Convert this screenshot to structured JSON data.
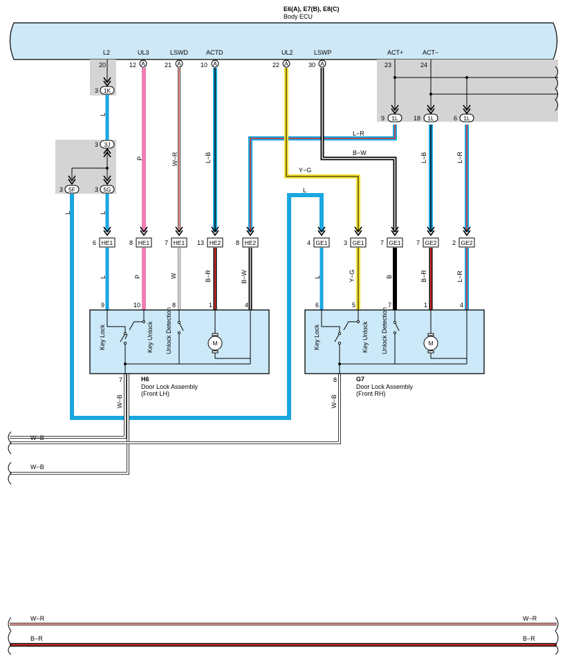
{
  "header": {
    "connectors": "E6(A), E7(B), E8(C)",
    "name": "Body ECU"
  },
  "ecu_terminals": [
    {
      "name": "L2",
      "pin": "20"
    },
    {
      "name": "UL3",
      "pin": "12",
      "tag": "A"
    },
    {
      "name": "LSWD",
      "pin": "21",
      "tag": "A"
    },
    {
      "name": "ACTD",
      "pin": "10",
      "tag": "A"
    },
    {
      "name": "UL2",
      "pin": "22",
      "tag": "A"
    },
    {
      "name": "LSWP",
      "pin": "30",
      "tag": "A"
    },
    {
      "name": "ACT+",
      "pin": "23"
    },
    {
      "name": "ACT−",
      "pin": "24"
    }
  ],
  "junctions": [
    {
      "pin": "3",
      "conn": "1K"
    },
    {
      "pin": "3",
      "conn": "3J"
    },
    {
      "pin": "3",
      "conn": "5F"
    },
    {
      "pin": "3",
      "conn": "5G"
    },
    {
      "pin": "9",
      "conn": "1L"
    },
    {
      "pin": "18",
      "conn": "1L"
    },
    {
      "pin": "6",
      "conn": "1L"
    }
  ],
  "wire_codes": {
    "l": "L",
    "p": "P",
    "wr": "W−R",
    "lb": "L−B",
    "lr": "L−R",
    "bw": "B−W",
    "yg": "Y−G",
    "w": "W",
    "br": "B−R",
    "b": "B",
    "wb": "W−B"
  },
  "door_connectors": [
    {
      "pin": "6",
      "conn": "HE1"
    },
    {
      "pin": "8",
      "conn": "HE1"
    },
    {
      "pin": "7",
      "conn": "HE1"
    },
    {
      "pin": "13",
      "conn": "HE2"
    },
    {
      "pin": "8",
      "conn": "HE2"
    },
    {
      "pin": "4",
      "conn": "GE1"
    },
    {
      "pin": "3",
      "conn": "GE1"
    },
    {
      "pin": "7",
      "conn": "GE1"
    },
    {
      "pin": "7",
      "conn": "GE2"
    },
    {
      "pin": "2",
      "conn": "GE2"
    }
  ],
  "assemblies": [
    {
      "code": "H6",
      "name": "Door Lock Assembly",
      "side": "(Front LH)",
      "pins": [
        "9",
        "10",
        "8",
        "1",
        "4"
      ],
      "ground_pin": "7",
      "switches": [
        "Key Lock",
        "Key Unlock",
        "Unlock Detection"
      ],
      "motor": "M"
    },
    {
      "code": "G7",
      "name": "Door Lock Assembly",
      "side": "(Front RH)",
      "pins": [
        "6",
        "5",
        "7",
        "1",
        "4"
      ],
      "ground_pin": "8",
      "switches": [
        "Key Lock",
        "Key Unlock",
        "Unlock Detection"
      ],
      "motor": "M"
    }
  ],
  "bottom_wires": [
    "W−B",
    "W−B"
  ],
  "footer_wires": [
    {
      "left": "W−R",
      "right": "W−R"
    },
    {
      "left": "B−R",
      "right": "B−R"
    }
  ],
  "colors": {
    "ecu_fill": "#cfe8f7",
    "box_fill": "#cbe9f8",
    "gray": "#d4d4d4",
    "blue": "#1aa6e0",
    "pink": "#ef7fb2",
    "red": "#e0312b",
    "yellow": "#f3e233"
  }
}
